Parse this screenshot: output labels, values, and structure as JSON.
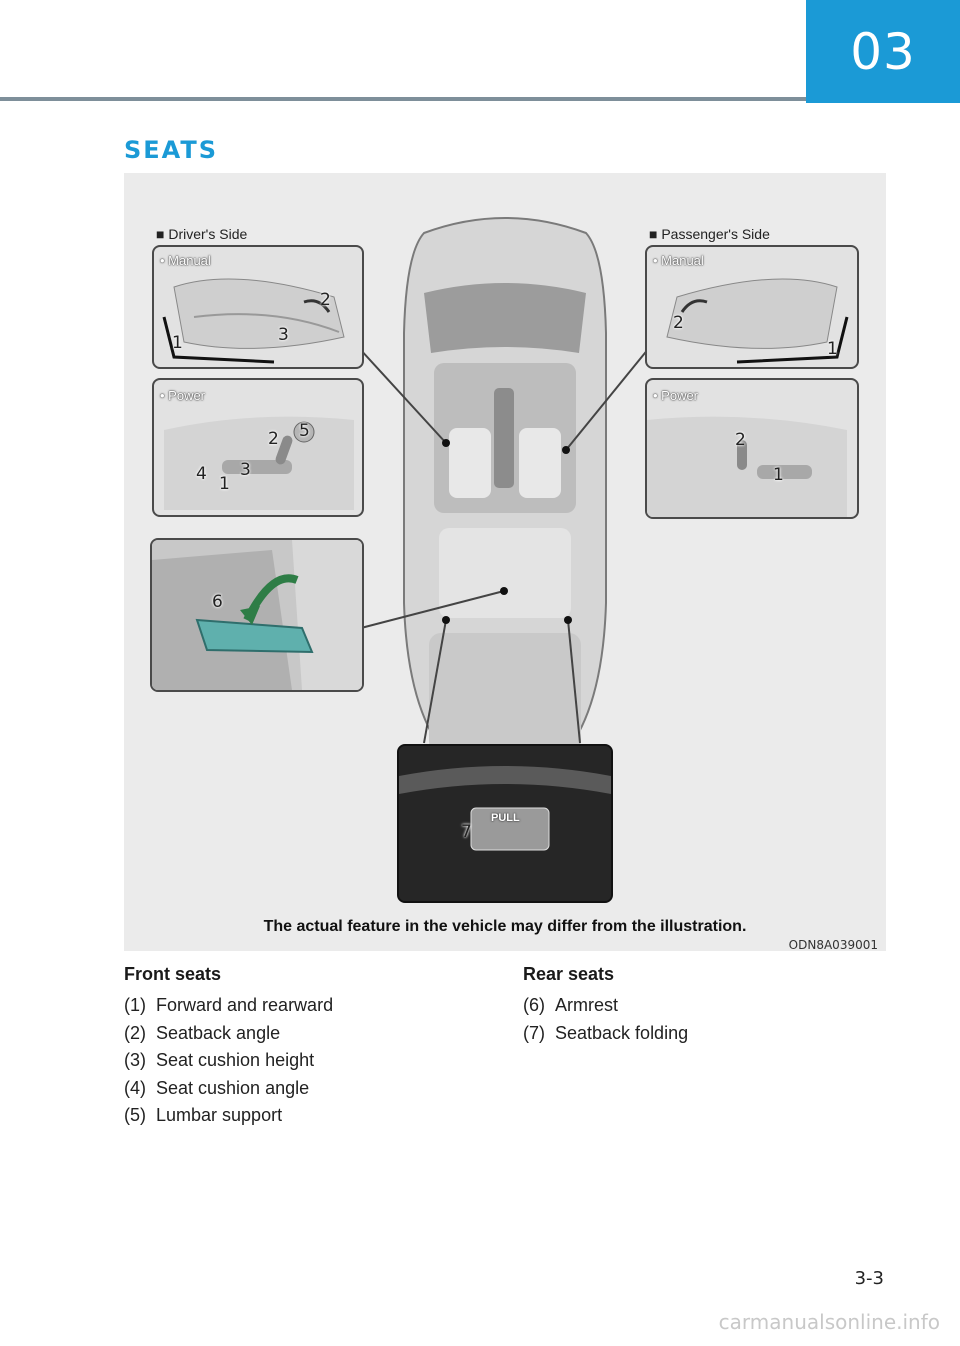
{
  "header": {
    "chapter": "03"
  },
  "section_title": "SEATS",
  "figure": {
    "drivers_side": "■ Driver's Side",
    "passengers_side": "■ Passenger's Side",
    "manual": "• Manual",
    "power": "• Power",
    "callouts": {
      "d_manual": [
        "2",
        "3",
        "1"
      ],
      "d_power": [
        "2",
        "5",
        "4",
        "1",
        "3"
      ],
      "p_manual": [
        "2",
        "1"
      ],
      "p_power": [
        "2",
        "1"
      ],
      "rear_armrest": "6",
      "rear_fold": "7",
      "pull": "PULL"
    },
    "caption": "The actual feature in the vehicle may differ from the illustration.",
    "code": "ODN8A039001"
  },
  "front_seats": {
    "heading": "Front seats",
    "items": [
      {
        "num": "(1)",
        "label": "Forward and rearward"
      },
      {
        "num": "(2)",
        "label": "Seatback angle"
      },
      {
        "num": "(3)",
        "label": "Seat cushion height"
      },
      {
        "num": "(4)",
        "label": "Seat cushion angle"
      },
      {
        "num": "(5)",
        "label": "Lumbar support"
      }
    ]
  },
  "rear_seats": {
    "heading": "Rear seats",
    "items": [
      {
        "num": "(6)",
        "label": "Armrest"
      },
      {
        "num": "(7)",
        "label": "Seatback folding"
      }
    ]
  },
  "page_number": "3-3",
  "watermark": "carmanualsonline.info",
  "colors": {
    "accent": "#1b9ad6",
    "rule": "#7e8f9a",
    "armrest": "#5fb0ad"
  }
}
